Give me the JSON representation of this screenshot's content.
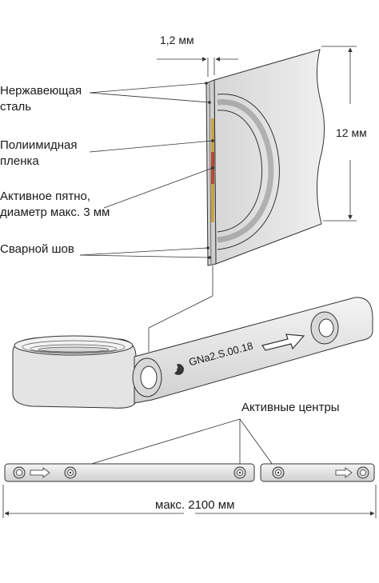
{
  "dimensions": {
    "thickness": "1,2 мм",
    "width": "12 мм",
    "length": "макс. 2100 мм"
  },
  "labels": {
    "stainless_steel": [
      "Нержавеющая",
      "сталь"
    ],
    "polyimide_film": [
      "Полиимидная",
      "пленка"
    ],
    "active_spot": [
      "Активное пятно,",
      "диаметр макс. 3 мм"
    ],
    "weld_seam": "Сварной шов",
    "active_centers": "Активные центры"
  },
  "source_marking": "GNa2.S.00.18",
  "colors": {
    "line": "#333333",
    "metal_light": "#ececec",
    "metal_mid": "#d4d4d4",
    "metal_dark": "#b0b0b0",
    "polyimide": "#c8a24a",
    "active_spot": "#b03a2e"
  }
}
